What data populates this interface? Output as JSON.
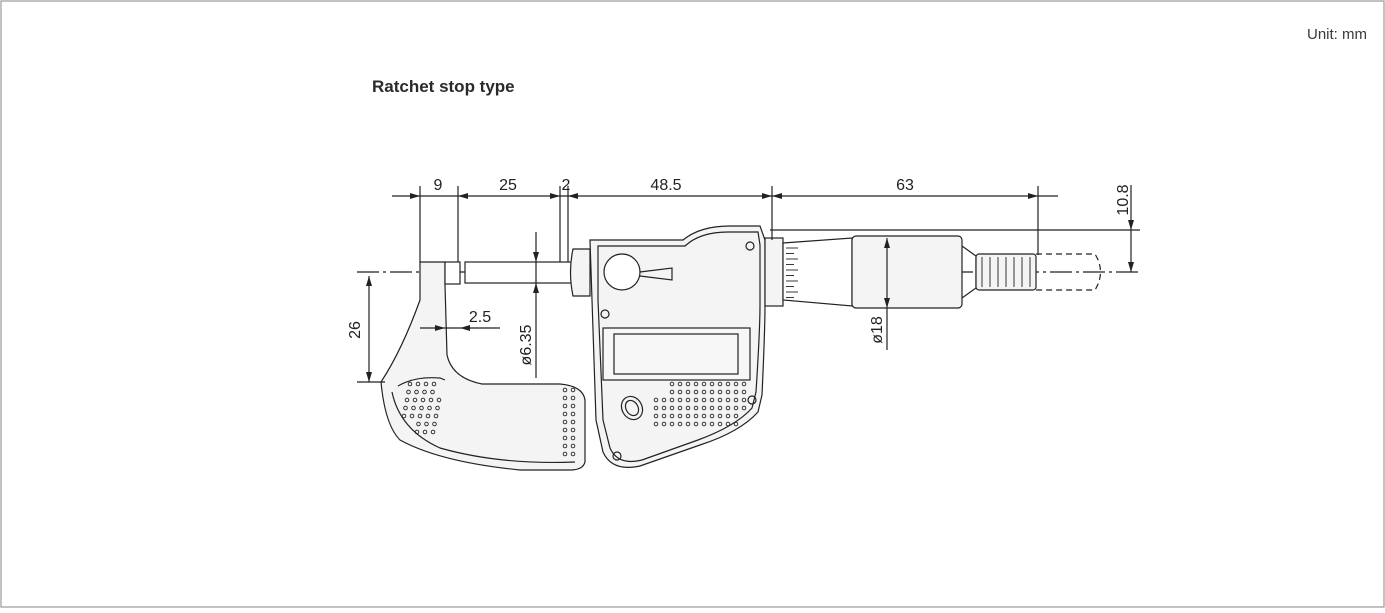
{
  "unit_label": "Unit: mm",
  "title": "Ratchet stop type",
  "dimensions": {
    "d9": "9",
    "d25": "25",
    "d2": "2",
    "d48_5": "48.5",
    "d63": "63",
    "d10_8": "10.8",
    "d26": "26",
    "d2_5": "2.5",
    "d6_35": "ø6.35",
    "d18": "ø18"
  },
  "colors": {
    "line": "#222222",
    "body_fill": "#f4f4f4",
    "frame_border": "#9a9a9a"
  }
}
